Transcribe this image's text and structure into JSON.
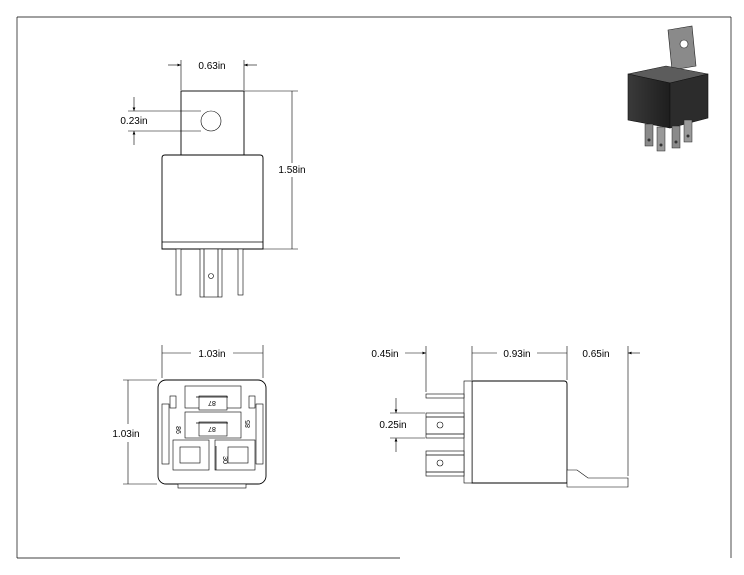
{
  "drawing": {
    "top_view": {
      "width_label": "0.63in",
      "hole_label": "0.23in",
      "height_label": "1.58in"
    },
    "bottom_view": {
      "width_label": "1.03in",
      "height_label": "1.03in",
      "pins": {
        "p87_top": "87",
        "p87_mid": "87",
        "p86": "86",
        "p85": "85",
        "p30": "30"
      }
    },
    "side_view": {
      "left_label": "0.45in",
      "body_label": "0.93in",
      "bracket_label": "0.65in",
      "spacing_label": "0.25in"
    }
  }
}
